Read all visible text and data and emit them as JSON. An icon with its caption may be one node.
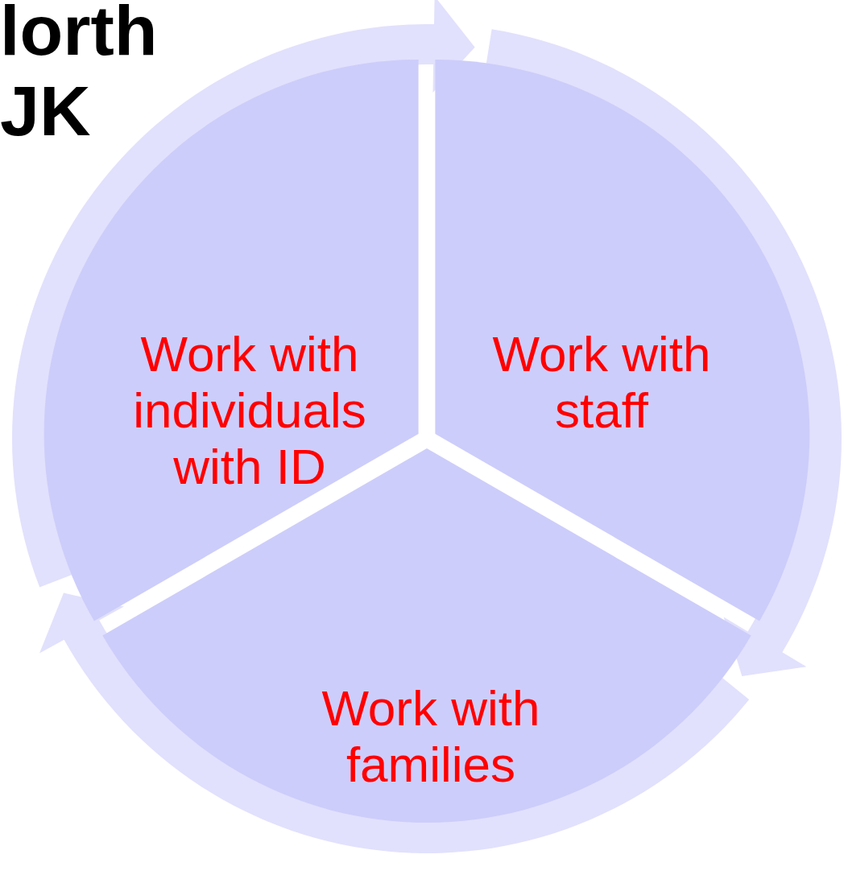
{
  "diagram": {
    "title": "lorth JK",
    "nodes": [
      {
        "text": [
          "Work with individuals with ID"
        ]
      },
      {
        "text": [
          "Work with staff"
        ]
      },
      {
        "text": [
          "Work with families"
        ]
      }
    ],
    "edges": [
      {
        "from": 0,
        "to": 1,
        "arrow": "to"
      },
      {
        "from": 1,
        "to": 2,
        "arrow": "to"
      },
      {
        "from": 2,
        "to": 0,
        "arrow": "to"
      }
    ]
  }
}
